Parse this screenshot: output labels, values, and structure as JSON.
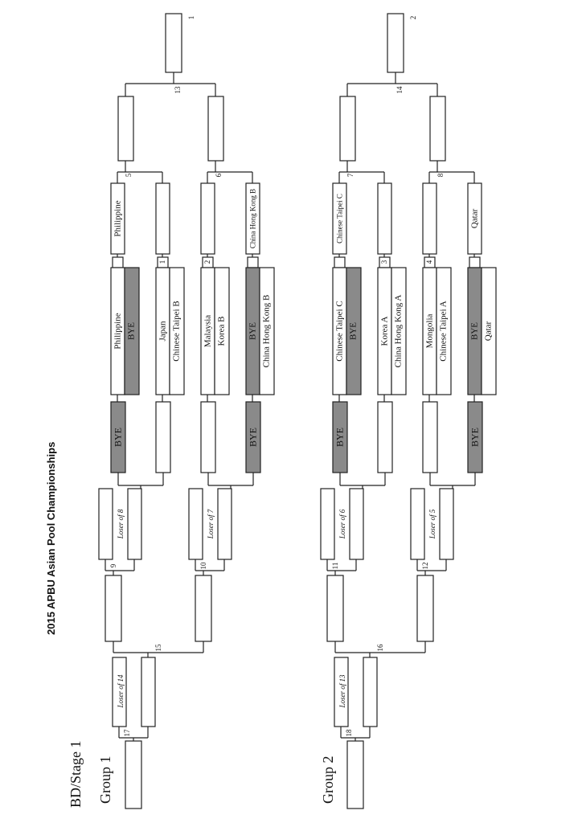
{
  "document": {
    "title": "2015 APBU Asian Pool Championships",
    "stage": "BD/Stage 1"
  },
  "colors": {
    "bye_fill": "#8a8a8a",
    "line": "#222222"
  },
  "groups": [
    {
      "label": "Group   1",
      "final_number": "1",
      "winners_final_match": "13",
      "semi_matches": [
        "5",
        "6"
      ],
      "round1": [
        {
          "match": "",
          "top": "Philippine",
          "bottom": "BYE",
          "advance": "Philippine"
        },
        {
          "match": "1",
          "top": "Japan",
          "bottom": "Chinese Taipei B",
          "advance": ""
        },
        {
          "match": "2",
          "top": "Malaysia",
          "bottom": "Korea B",
          "advance": ""
        },
        {
          "match": "",
          "top": "BYE",
          "bottom": "China Hong Kong B",
          "advance": "China Hong Kong B"
        }
      ],
      "losers_entries": [
        "BYE",
        "",
        "",
        "BYE"
      ],
      "losers_matches": [
        {
          "match": "9",
          "label": "Loser of 8"
        },
        {
          "match": "10",
          "label": "Loser of 7"
        }
      ],
      "losers_final_match": "15",
      "playoff_match": "17",
      "playoff_label": "Loser of 14"
    },
    {
      "label": "Group   2",
      "final_number": "2",
      "winners_final_match": "14",
      "semi_matches": [
        "7",
        "8"
      ],
      "round1": [
        {
          "match": "",
          "top": "Chinese Taipei C",
          "bottom": "BYE",
          "advance": "Chinese Taipei C"
        },
        {
          "match": "3",
          "top": "Korea A",
          "bottom": "China Hong Kong A",
          "advance": ""
        },
        {
          "match": "4",
          "top": "Mongolia",
          "bottom": "Chinese Taipei A",
          "advance": ""
        },
        {
          "match": "",
          "top": "BYE",
          "bottom": "Qatar",
          "advance": "Qatar"
        }
      ],
      "losers_entries": [
        "BYE",
        "",
        "",
        "BYE"
      ],
      "losers_matches": [
        {
          "match": "11",
          "label": "Loser of 6"
        },
        {
          "match": "12",
          "label": "Loser of 5"
        }
      ],
      "losers_final_match": "16",
      "playoff_match": "18",
      "playoff_label": "Loser of 13"
    }
  ]
}
